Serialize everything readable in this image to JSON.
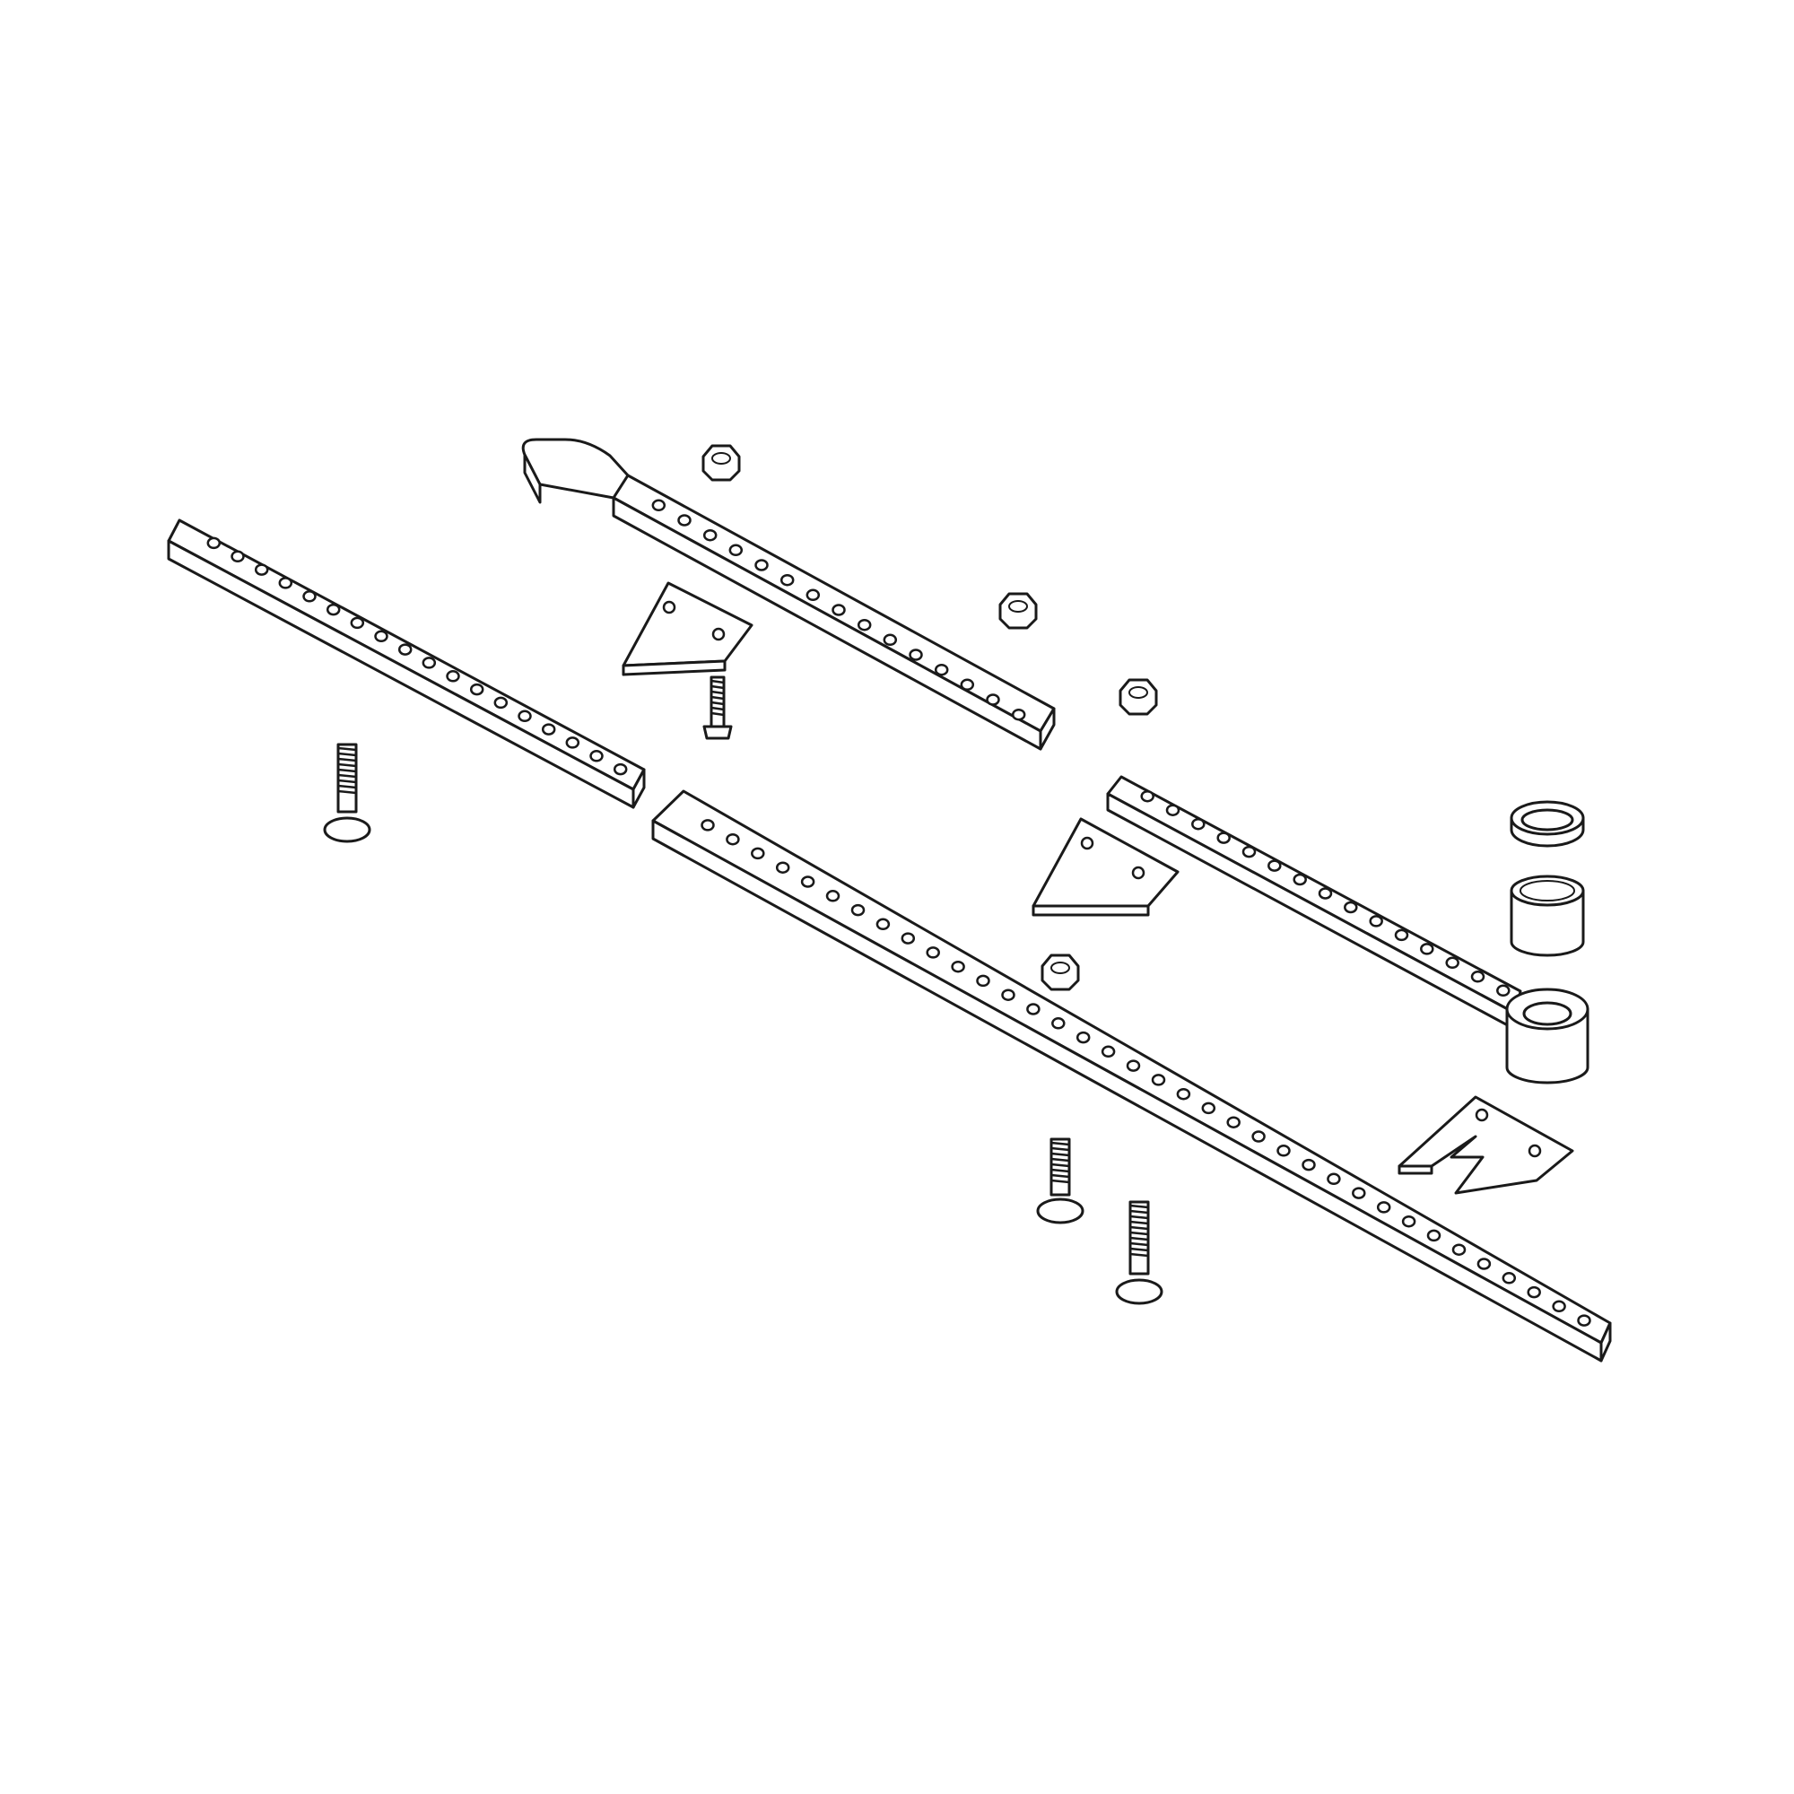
{
  "diagram": {
    "type": "exploded-parts-view",
    "line_color": "#1a1a1a",
    "background": "#ffffff",
    "parts": [
      {
        "id": "bar-upper-left",
        "kind": "perforated-bar"
      },
      {
        "id": "bar-top-with-handle",
        "kind": "perforated-bar-with-handle"
      },
      {
        "id": "bar-long-bottom",
        "kind": "perforated-bar"
      },
      {
        "id": "bar-right-with-bushing",
        "kind": "perforated-bar-with-eye"
      },
      {
        "id": "knife-section-1",
        "kind": "knife-section"
      },
      {
        "id": "knife-section-2",
        "kind": "knife-section"
      },
      {
        "id": "knife-section-notched",
        "kind": "notched-knife-section"
      },
      {
        "id": "hex-nut",
        "kind": "nut",
        "count": 4
      },
      {
        "id": "carriage-bolt",
        "kind": "bolt",
        "count": 4
      },
      {
        "id": "washer-ring",
        "kind": "washer"
      },
      {
        "id": "needle-bearing",
        "kind": "bearing"
      }
    ]
  }
}
